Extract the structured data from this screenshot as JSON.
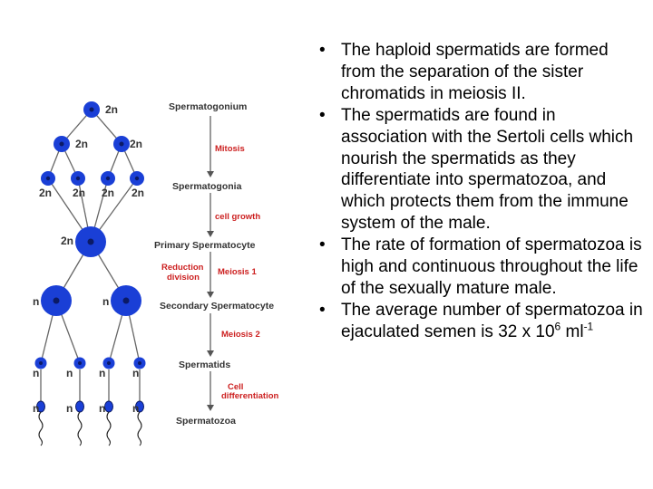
{
  "diagram": {
    "stages": [
      "Spermatogonium",
      "Spermatogonia",
      "Primary Spermatocyte",
      "Secondary Spermatocyte",
      "Spermatids",
      "Spermatozoa"
    ],
    "processes": [
      "Mitosis",
      "cell growth",
      "Meiosis 1",
      "Meiosis 2",
      "Cell",
      "differentiation"
    ],
    "reduction": [
      "Reduction",
      "division"
    ],
    "ploidy": {
      "diploid": "2n",
      "haploid": "n"
    }
  },
  "bullets": [
    {
      "marker": "•",
      "text": "The haploid spermatids are formed from the separation of the sister chromatids in meiosis II."
    },
    {
      "marker": "•",
      "text": "The spermatids are found in association with the Sertoli cells which nourish the spermatids as they differentiate into spermatozoa, and which protects them from the immune system of the male."
    },
    {
      "marker": "•",
      "text": "The rate of formation of spermatozoa is high and continuous throughout the life of the sexually mature male."
    },
    {
      "marker": "•",
      "text": "The average number of spermatozoa in ejaculated semen is 32 x 10",
      "sup": "6",
      "text2": " ml",
      "sup2": "-1"
    }
  ],
  "colors": {
    "cell": "#1a3fd6",
    "nucleus": "#0b1a66",
    "process": "#cc1f1f",
    "arrow": "#555555",
    "line": "#666666"
  }
}
